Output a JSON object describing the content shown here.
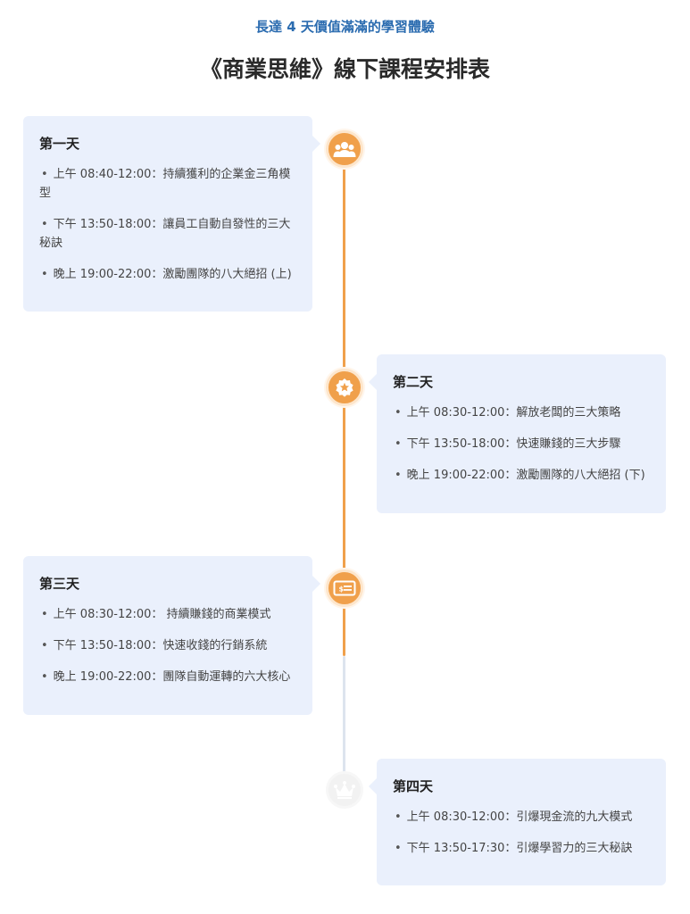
{
  "header": {
    "subtitle": "長達 4 天價值滿滿的學習體驗",
    "title": "《商業思維》線下課程安排表"
  },
  "colors": {
    "accent": "#f0a04b",
    "subtitle_blue": "#2b6cb0",
    "card_bg": "#eaf0fc",
    "inactive_line": "#dde4ee"
  },
  "days": [
    {
      "title": "第一天",
      "icon": "group-icon",
      "items": [
        "上午 08:40-12:00：持續獲利的企業金三角模型",
        "下午 13:50-18:00：讓員工自動自發性的三大秘訣",
        "晚上 19:00-22:00：激勵團隊的八大絕招 (上)"
      ]
    },
    {
      "title": "第二天",
      "icon": "star-badge-icon",
      "items": [
        "上午 08:30-12:00：解放老闆的三大策略",
        "下午 13:50-18:00：快速賺錢的三大步驟",
        "晚上 19:00-22:00：激勵團隊的八大絕招 (下)"
      ]
    },
    {
      "title": "第三天",
      "icon": "payment-card-icon",
      "items": [
        "上午 08:30-12:00： 持續賺錢的商業模式",
        "下午 13:50-18:00：快速收錢的行銷系統",
        "晚上 19:00-22:00：團隊自動運轉的六大核心"
      ]
    },
    {
      "title": "第四天",
      "icon": "crown-icon",
      "items": [
        "上午 08:30-12:00：引爆現金流的九大模式",
        "下午 13:50-17:30：引爆學習力的三大秘訣"
      ]
    }
  ]
}
